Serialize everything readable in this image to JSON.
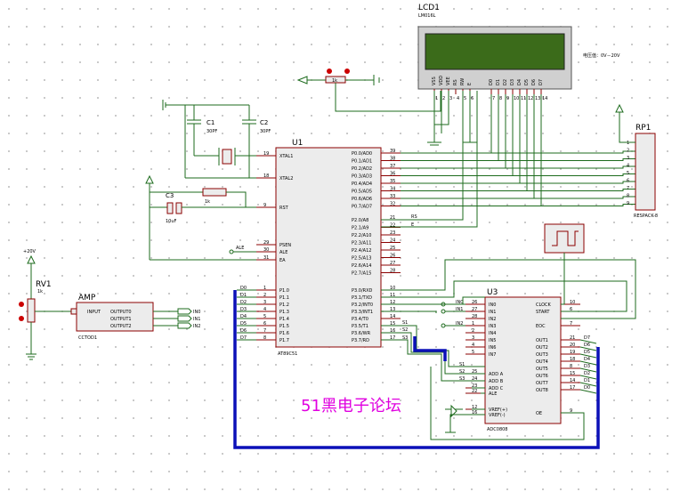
{
  "lcd": {
    "ref": "LCD1",
    "model": "LM016L",
    "pins": [
      "VSS",
      "VDD",
      "VEE",
      "RS",
      "RW",
      "E",
      "D0",
      "D1",
      "D2",
      "D3",
      "D4",
      "D5",
      "D6",
      "D7"
    ],
    "pin_numbers": [
      "1",
      "2",
      "3",
      "4",
      "5",
      "6",
      "7",
      "8",
      "9",
      "10",
      "11",
      "12",
      "13",
      "14"
    ],
    "note": "电压值：0V－20V"
  },
  "pot_top": {
    "value": "1k"
  },
  "cap1": {
    "ref": "C1",
    "value": "30PF"
  },
  "cap2": {
    "ref": "C2",
    "value": "30PF"
  },
  "cap3": {
    "ref": "C3",
    "value": "10uF"
  },
  "res1": {
    "value": "1k"
  },
  "mcu": {
    "ref": "U1",
    "model": "AT89C51",
    "left_pins": [
      {
        "num": "19",
        "name": "XTAL1"
      },
      {
        "num": "18",
        "name": "XTAL2"
      },
      {
        "num": "9",
        "name": "RST"
      },
      {
        "num": "29",
        "name": "PSEN"
      },
      {
        "num": "30",
        "name": "ALE"
      },
      {
        "num": "31",
        "name": "EA"
      },
      {
        "num": "1",
        "name": "P1.0"
      },
      {
        "num": "2",
        "name": "P1.1"
      },
      {
        "num": "3",
        "name": "P1.2"
      },
      {
        "num": "4",
        "name": "P1.3"
      },
      {
        "num": "5",
        "name": "P1.4"
      },
      {
        "num": "6",
        "name": "P1.5"
      },
      {
        "num": "7",
        "name": "P1.6"
      },
      {
        "num": "8",
        "name": "P1.7"
      }
    ],
    "right_pins": [
      {
        "num": "39",
        "name": "P0.0/AD0"
      },
      {
        "num": "38",
        "name": "P0.1/AD1"
      },
      {
        "num": "37",
        "name": "P0.2/AD2"
      },
      {
        "num": "36",
        "name": "P0.3/AD3"
      },
      {
        "num": "35",
        "name": "P0.4/AD4"
      },
      {
        "num": "34",
        "name": "P0.5/AD5"
      },
      {
        "num": "33",
        "name": "P0.6/AD6"
      },
      {
        "num": "32",
        "name": "P0.7/AD7"
      },
      {
        "num": "21",
        "name": "P2.0/A8"
      },
      {
        "num": "22",
        "name": "P2.1/A9"
      },
      {
        "num": "23",
        "name": "P2.2/A10"
      },
      {
        "num": "24",
        "name": "P2.3/A11"
      },
      {
        "num": "25",
        "name": "P2.4/A12"
      },
      {
        "num": "26",
        "name": "P2.5/A13"
      },
      {
        "num": "27",
        "name": "P2.6/A14"
      },
      {
        "num": "28",
        "name": "P2.7/A15"
      },
      {
        "num": "10",
        "name": "P3.0/RXD"
      },
      {
        "num": "11",
        "name": "P3.1/TXD"
      },
      {
        "num": "12",
        "name": "P3.2/INT0"
      },
      {
        "num": "13",
        "name": "P3.3/INT1"
      },
      {
        "num": "14",
        "name": "P3.4/T0"
      },
      {
        "num": "15",
        "name": "P3.5/T1"
      },
      {
        "num": "16",
        "name": "P3.6/WR"
      },
      {
        "num": "17",
        "name": "P3.7/RD"
      }
    ],
    "p1_net_labels": [
      "D0",
      "D1",
      "D2",
      "D3",
      "D4",
      "D5",
      "D6",
      "D7"
    ],
    "net_rs": "RS",
    "net_e": "E",
    "net_ale": "ALE",
    "net_s1": "S1",
    "net_s2": "S2",
    "net_s3": "S3"
  },
  "rp1": {
    "ref": "RP1",
    "model": "RESPACK-8",
    "pins": [
      "1",
      "2",
      "3",
      "4",
      "5",
      "6",
      "7",
      "8",
      "9"
    ]
  },
  "rv1": {
    "ref": "RV1",
    "value": "1k",
    "supply": "+20V"
  },
  "amp": {
    "ref": "AMP",
    "model": "CCTOD1",
    "pins": [
      "INPUT",
      "OUTPUT0",
      "OUTPUT1",
      "OUTPUT2"
    ],
    "nets": [
      "IN0",
      "IN1",
      "IN2"
    ]
  },
  "adc": {
    "ref": "U3",
    "model": "ADC0808",
    "left_pins": [
      {
        "num": "26",
        "name": "IN0"
      },
      {
        "num": "27",
        "name": "IN1"
      },
      {
        "num": "28",
        "name": "IN2"
      },
      {
        "num": "1",
        "name": "IN3"
      },
      {
        "num": "2",
        "name": "IN4"
      },
      {
        "num": "3",
        "name": "IN5"
      },
      {
        "num": "4",
        "name": "IN6"
      },
      {
        "num": "5",
        "name": "IN7"
      },
      {
        "num": "25",
        "name": "ADD A"
      },
      {
        "num": "24",
        "name": "ADD B"
      },
      {
        "num": "23",
        "name": "ADD C"
      },
      {
        "num": "22",
        "name": "ALE"
      },
      {
        "num": "12",
        "name": "VREF(+)"
      },
      {
        "num": "16",
        "name": "VREF(-)"
      }
    ],
    "right_pins": [
      {
        "num": "10",
        "name": "CLOCK"
      },
      {
        "num": "6",
        "name": "START"
      },
      {
        "num": "7",
        "name": "EOC"
      },
      {
        "num": "21",
        "name": "OUT1"
      },
      {
        "num": "20",
        "name": "OUT2"
      },
      {
        "num": "19",
        "name": "OUT3"
      },
      {
        "num": "18",
        "name": "OUT4"
      },
      {
        "num": "8",
        "name": "OUT5"
      },
      {
        "num": "15",
        "name": "OUT6"
      },
      {
        "num": "14",
        "name": "OUT7"
      },
      {
        "num": "17",
        "name": "OUT8"
      },
      {
        "num": "9",
        "name": "OE"
      }
    ],
    "out_nets": [
      "D7",
      "D6",
      "D5",
      "D4",
      "D3",
      "D2",
      "D1",
      "D0"
    ],
    "in_nets": [
      "IN0",
      "IN1",
      "IN2"
    ],
    "addr_nets": [
      "S1",
      "S2",
      "S3"
    ]
  },
  "watermark": "51黑电子论坛",
  "colors": {
    "wire": "#1d6b1d",
    "bus": "#0c10b8",
    "component": "#8b0000",
    "lcd_screen": "#3b6b1a",
    "watermark": "#e000e0"
  }
}
